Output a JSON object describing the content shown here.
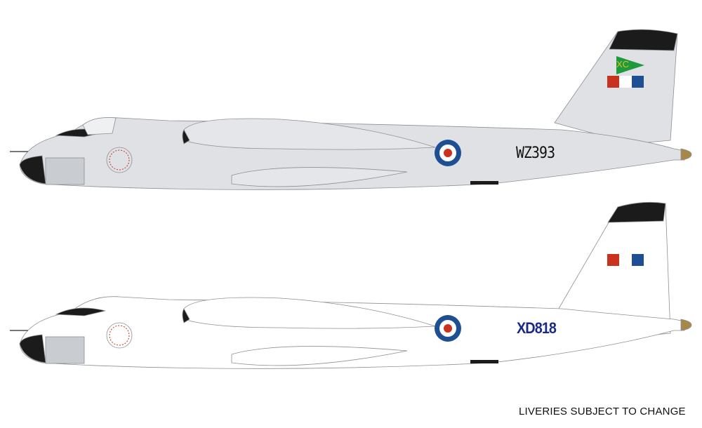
{
  "aircraft": [
    {
      "id": "top",
      "serial": "WZ393",
      "tail_code": "XC",
      "body_color": "#dfe1e4",
      "serial_color": "#111111",
      "has_pennant": true,
      "pennant_color": "#1e9a3c",
      "tail_code_color": "#d8c02a"
    },
    {
      "id": "bottom",
      "serial": "XD818",
      "body_color": "#ffffff",
      "serial_color": "#1a2a8a",
      "has_pennant": false
    }
  ],
  "markings": {
    "roundel_blue": "#1e4f93",
    "roundel_white": "#ffffff",
    "roundel_red": "#c8321e",
    "fin_flash_red": "#c8321e",
    "fin_flash_blue": "#1e4f93",
    "antiglare_black": "#1b1b1b",
    "radome_grey": "#c9ccd0",
    "tail_cone": "#a8884a"
  },
  "footer": {
    "note": "LIVERIES SUBJECT TO CHANGE"
  }
}
